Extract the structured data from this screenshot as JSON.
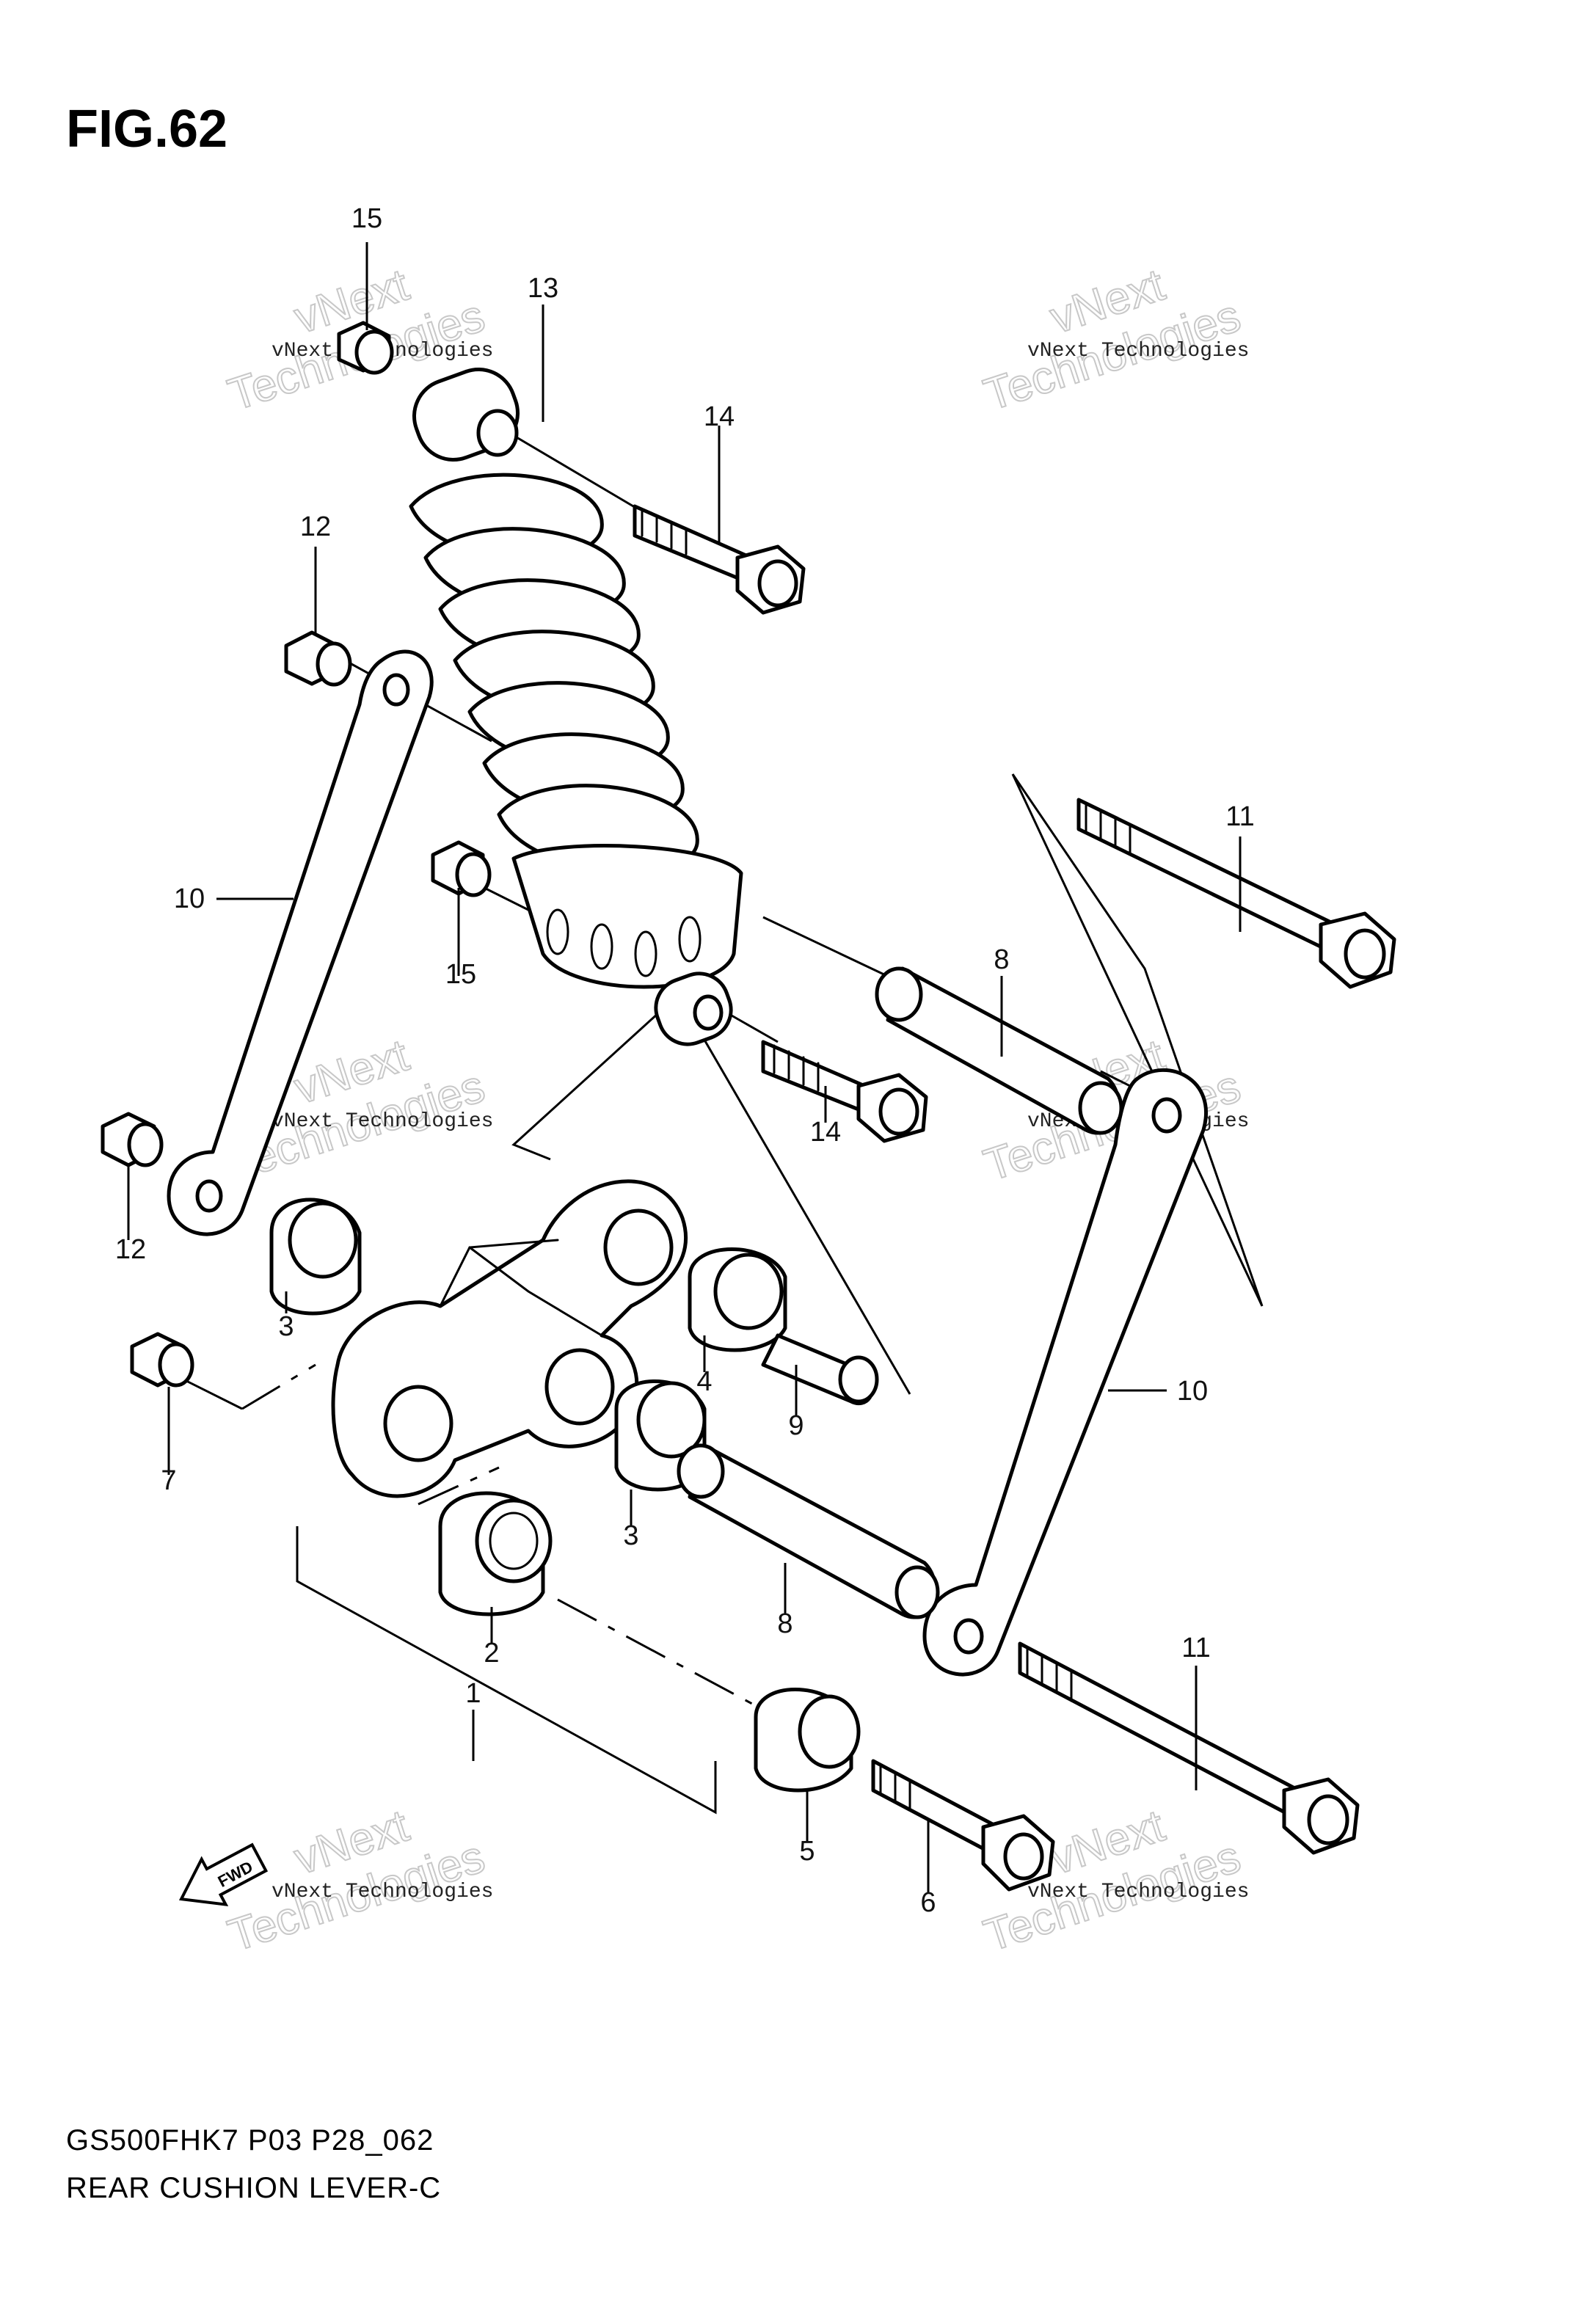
{
  "figure": {
    "title": "FIG.62"
  },
  "footer": {
    "model_line": "GS500FHK7 P03 P28_062",
    "section_line": "REAR CUSHION LEVER-C"
  },
  "watermark": {
    "small": "vNext Technologies",
    "large_top": "vNext",
    "large_bottom": "Technologies"
  },
  "fwd_label": "FWD",
  "callouts": [
    "15",
    "13",
    "14",
    "12",
    "10",
    "15",
    "12",
    "3",
    "7",
    "4",
    "9",
    "3",
    "2",
    "1",
    "5",
    "6",
    "8",
    "8",
    "11",
    "14",
    "10",
    "11"
  ],
  "icons": {
    "direction_arrow": "fwd-arrow-icon"
  }
}
